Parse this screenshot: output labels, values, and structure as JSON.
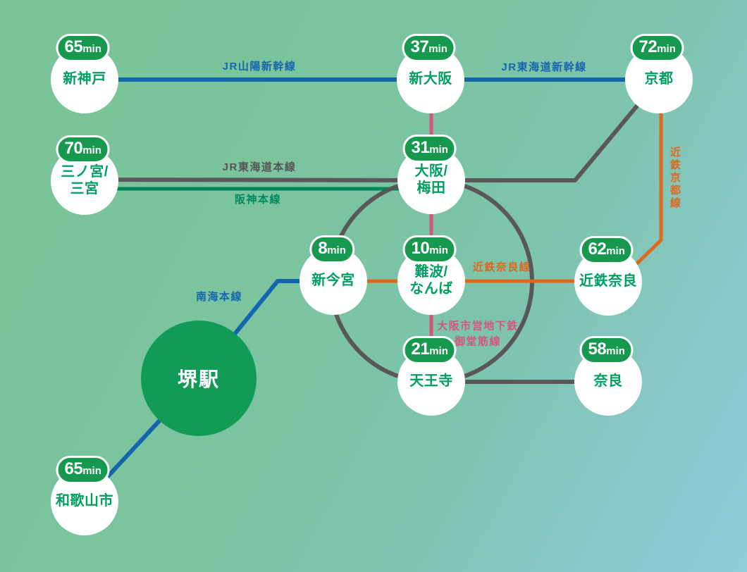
{
  "palette": {
    "bg_green": "#79c497",
    "bg_blue": "#92cbdb",
    "rail_blue": "#1565ae",
    "rail_gray": "#595757",
    "rail_green": "#00885c",
    "rail_orange": "#dc691c",
    "rail_pink": "#d5567c",
    "badge_green": "#16994f",
    "station_text_green": "#009f60",
    "origin_green": "#129b57",
    "circle_white": "#ffffff"
  },
  "origin": {
    "name": "堺駅"
  },
  "stations": [
    {
      "name": "新神戸",
      "time": "65",
      "unit": "min"
    },
    {
      "name": "三ノ宮/\n三宮",
      "time": "70",
      "unit": "min"
    },
    {
      "name": "新大阪",
      "time": "37",
      "unit": "min"
    },
    {
      "name": "京都",
      "time": "72",
      "unit": "min"
    },
    {
      "name": "大阪/\n梅田",
      "time": "31",
      "unit": "min"
    },
    {
      "name": "新今宮",
      "time": "8",
      "unit": "min"
    },
    {
      "name": "難波/\nなんば",
      "time": "10",
      "unit": "min"
    },
    {
      "name": "近鉄奈良",
      "time": "62",
      "unit": "min"
    },
    {
      "name": "天王寺",
      "time": "21",
      "unit": "min"
    },
    {
      "name": "奈良",
      "time": "58",
      "unit": "min"
    },
    {
      "name": "和歌山市",
      "time": "65",
      "unit": "min"
    }
  ],
  "lines": {
    "jr_sanyo_shinkansen": {
      "label": "JR山陽新幹線"
    },
    "jr_tokaido_shinkansen": {
      "label": "JR東海道新幹線"
    },
    "jr_tokaido_main": {
      "label": "JR東海道本線"
    },
    "hanshin_main": {
      "label": "阪神本線"
    },
    "nankai_main": {
      "label": "南海本線"
    },
    "kintetsu_nara": {
      "label": "近鉄奈良線"
    },
    "kintetsu_kyoto": {
      "label": "近鉄京都線"
    },
    "midosuji_subway": {
      "label": "大阪市営地下鉄\n御堂筋線"
    }
  }
}
